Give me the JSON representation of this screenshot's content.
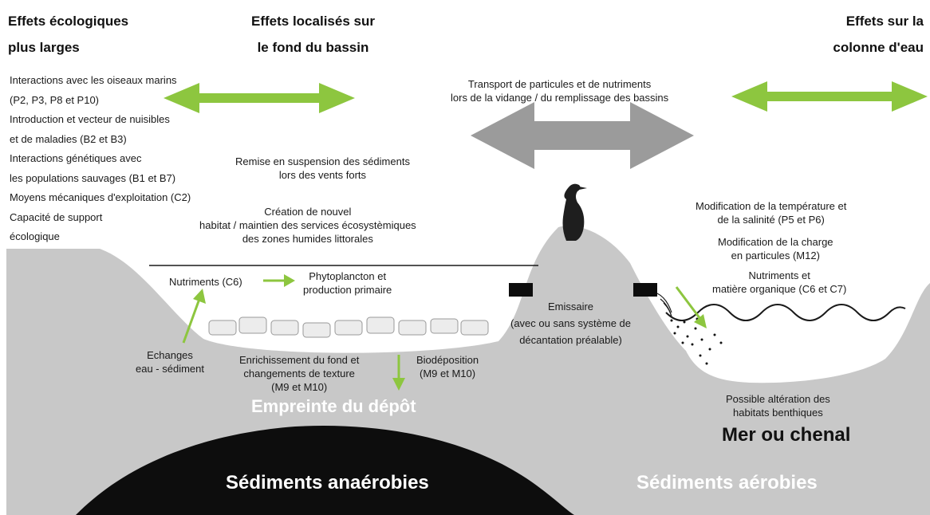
{
  "headings": {
    "left": "Effets écologiques\nplus larges",
    "center": "Effets localisés sur\nle fond du bassin",
    "right": "Effets sur la\ncolonne d'eau"
  },
  "left_list": [
    "Interactions avec les oiseaux marins",
    "(P2, P3, P8 et P10)",
    "Introduction et vecteur de nuisibles",
    "et de maladies (B2 et B3)",
    "Interactions  génétiques avec",
    "les populations sauvages (B1 et B7)",
    "Moyens mécaniques d'exploitation (C2)",
    "Capacité de support",
    "écologique"
  ],
  "labels": {
    "transport": "Transport de particules et de nutriments\nlors de la vidange / du remplissage des bassins",
    "resuspension": "Remise en suspension des sédiments\nlors des vents forts",
    "habitat": "Création de nouvel\nhabitat / maintien des services écosystèmiques\ndes zones humides littorales",
    "nutriments_c6": "Nutriments (C6)",
    "phytoplancton": "Phytoplancton et\nproduction primaire",
    "echanges": "Echanges\neau - sédiment",
    "enrichissement": "Enrichissement du fond et\nchangements de texture\n(M9 et M10)",
    "biodeposition": "Biodéposition\n(M9 et M10)",
    "emissaire": "Emissaire\n(avec ou sans système de\ndécantation préalable)",
    "temperature": "Modification de la température et\nde la salinité (P5 et P6)",
    "charge": "Modification de la charge\nen particules (M12)",
    "nutriments_mo": "Nutriments et\nmatière organique (C6 et C7)",
    "alteration": "Possible altération des\nhabitats benthiques"
  },
  "zones": {
    "empreinte": "Empreinte du dépôt",
    "mer": "Mer ou chenal",
    "anaerobies": "Sédiments anaérobies",
    "aerobies": "Sédiments aérobies"
  },
  "colors": {
    "ground": "#c8c8c8",
    "arrow_green": "#8dc63f",
    "arrow_grey": "#9b9b9b",
    "anaerobic": "#0d0d0d"
  }
}
